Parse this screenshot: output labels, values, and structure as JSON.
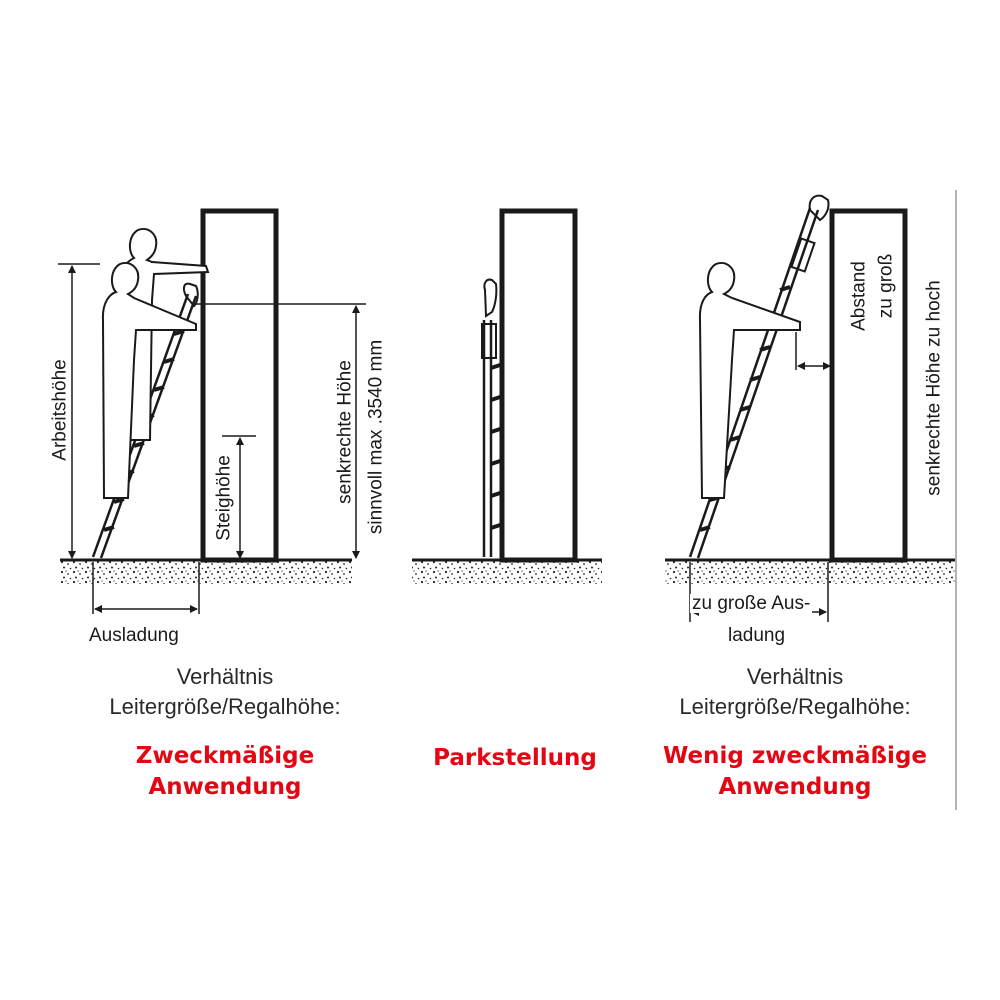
{
  "colors": {
    "accent": "#e30613",
    "ink": "#1a1a1a"
  },
  "panel_left": {
    "label_arbeitshoehe": "Arbeitshöhe",
    "label_steighoehe": "Steighöhe",
    "label_senkrechte_1": "senkrechte Höhe",
    "label_senkrechte_2": "sinnvoll max .3540 mm",
    "label_ausladung": "Ausladung",
    "caption_line1": "Verhältnis",
    "caption_line2": "Leitergröße/Regalhöhe:",
    "title_line1": "Zweckmäßige",
    "title_line2": "Anwendung"
  },
  "panel_middle": {
    "title": "Parkstellung"
  },
  "panel_right": {
    "label_abstand_1": "Abstand",
    "label_abstand_2": "zu groß",
    "label_senkrechte": "senkrechte Höhe zu hoch",
    "label_ausladung_1": "zu große Aus-",
    "label_ausladung_2": "ladung",
    "caption_line1": "Verhältnis",
    "caption_line2": "Leitergröße/Regalhöhe:",
    "title_line1": "Wenig zweckmäßige",
    "title_line2": "Anwendung"
  }
}
